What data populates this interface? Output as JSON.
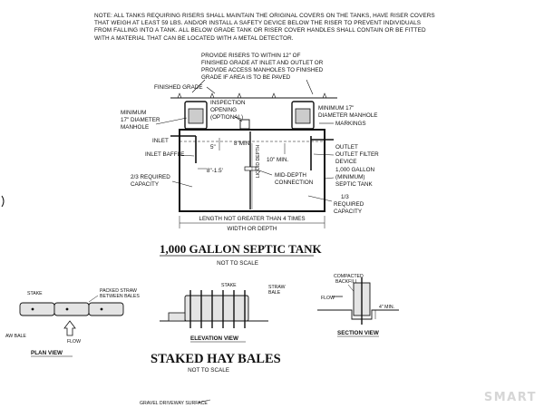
{
  "note": "NOTE: ALL TANKS REQUIRING RISERS SHALL MAINTAIN THE ORIGINAL COVERS ON THE TANKS, HAVE RISER COVERS THAT WEIGH AT LEAST 59 LBS. AND/OR INSTALL A SAFETY DEVICE BELOW THE RISER TO PREVENT INDIVIDUALS FROM FALLING INTO A TANK. ALL BELOW GRADE TANK OR RISER COVER HANDLES SHALL CONTAIN OR BE FITTED WITH A MATERIAL THAT CAN BE LOCATED WITH A METAL DETECTOR.",
  "septic": {
    "provide_risers": [
      "PROVIDE RISERS TO WITHIN 12\" OF",
      "FINISHED GRADE AT INLET AND OUTLET OR",
      "PROVIDE ACCESS MANHOLES TO FINISHED",
      "GRADE IF AREA IS TO BE PAVED"
    ],
    "finished_grade": "FINISHED GRADE",
    "inspection": [
      "INSPECTION",
      "OPENING",
      "(OPTIONAL)"
    ],
    "min_manhole_left": [
      "MINIMUM",
      "17\" DIAMETER",
      "MANHOLE"
    ],
    "min_manhole_right": [
      "MINIMUM 17\"",
      "DIAMETER MANHOLE"
    ],
    "markings": "MARKINGS",
    "inlet": "INLET",
    "inlet_baffle": "INLET BAFFLE",
    "dim_5": "5\"",
    "dim_8min": "8\"MIN.",
    "dim_8_15": "8\"-1.5'",
    "dim_10min": "10\" MIN.",
    "liquid_depth": "LIQUID DEPTH",
    "two_thirds": [
      "2/3 REQUIRED",
      "CAPACITY"
    ],
    "mid_depth": [
      "MID-DEPTH",
      "CONNECTION"
    ],
    "outlet": "OUTLET",
    "outlet_filter": [
      "OUTLET FILTER",
      "DEVICE"
    ],
    "gallon": [
      "1,000 GALLON",
      "(MINIMUM)",
      "SEPTIC TANK"
    ],
    "one_third": [
      "1/3",
      "REQUIRED",
      "CAPACITY"
    ],
    "length": [
      "LENGTH NOT GREATER THAN 4 TIMES",
      "WIDTH OR DEPTH"
    ],
    "title": "1,000 GALLON SEPTIC TANK",
    "scale": "NOT TO SCALE"
  },
  "hay": {
    "stake": "STAKE",
    "packed_straw": [
      "PACKED STRAW",
      "BETWEEN BALES"
    ],
    "straw_bale_left": "AW BALE",
    "flow": "FLOW",
    "plan_view": "PLAN VIEW",
    "elev_stake": "STAKE",
    "elev_straw_bale": [
      "STRAW",
      "BALE"
    ],
    "elevation_view": "ELEVATION VIEW",
    "compacted": [
      "COMPACTED",
      "BACKFILL"
    ],
    "section_flow": "FLOW",
    "dim_4min": "4\" MIN.",
    "section_view": "SECTION VIEW",
    "title": "STAKED HAY BALES",
    "scale": "NOT TO SCALE"
  },
  "driveway": "GRAVEL DRIVEWAY SURFACE",
  "watermark": "SMART"
}
